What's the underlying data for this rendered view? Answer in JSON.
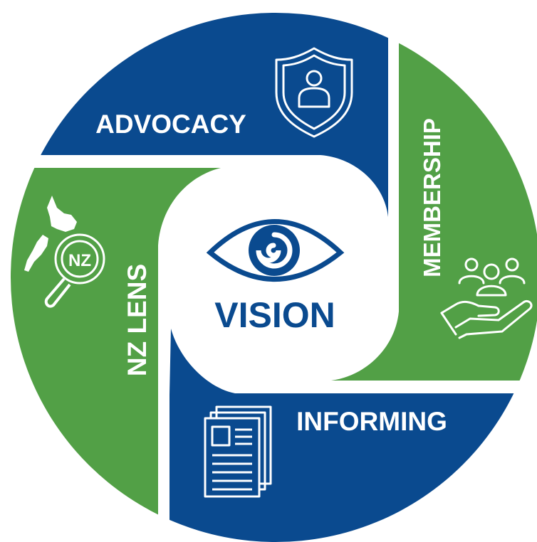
{
  "diagram": {
    "center": {
      "label": "VISION",
      "icon": "eye-icon",
      "color": "#0a4a8f"
    },
    "segments": [
      {
        "id": "advocacy",
        "label": "ADVOCACY",
        "icon": "shield-person-icon",
        "color": "#0a4a8f"
      },
      {
        "id": "membership",
        "label": "MEMBERSHIP",
        "icon": "people-in-hand-icon",
        "color": "#52a046"
      },
      {
        "id": "informing",
        "label": "INFORMING",
        "icon": "documents-icon",
        "color": "#0a4a8f"
      },
      {
        "id": "nz-lens",
        "label": "NZ LENS",
        "icon": "nz-map-magnifier-icon",
        "icon_text": "NZ",
        "color": "#52a046"
      }
    ]
  }
}
